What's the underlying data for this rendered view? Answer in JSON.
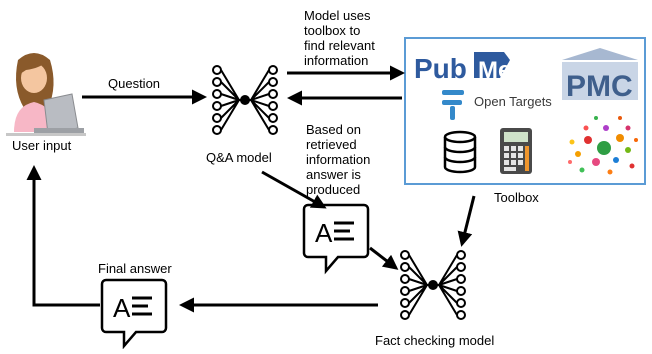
{
  "labels": {
    "user_input": "User input",
    "question": "Question",
    "qa_model": "Q&A model",
    "model_uses_toolbox": "Model uses\ntoolbox to\nfind relevant\ninformation",
    "based_on_retrieved": "Based on\nretrieved\ninformation\nanswer is\nproduced",
    "toolbox": "Toolbox",
    "final_answer": "Final answer",
    "fact_checking_model": "Fact checking model"
  },
  "toolbox": {
    "pubmed_left": "Pub",
    "pubmed_right": "Med",
    "pmc": "PMC",
    "open_targets": "Open Targets",
    "border_color": "#5b9bd5",
    "pubmed_color": "#2e5a9e",
    "pmc_color": "#3f5f8c"
  },
  "answer_icon_text": "A"
}
